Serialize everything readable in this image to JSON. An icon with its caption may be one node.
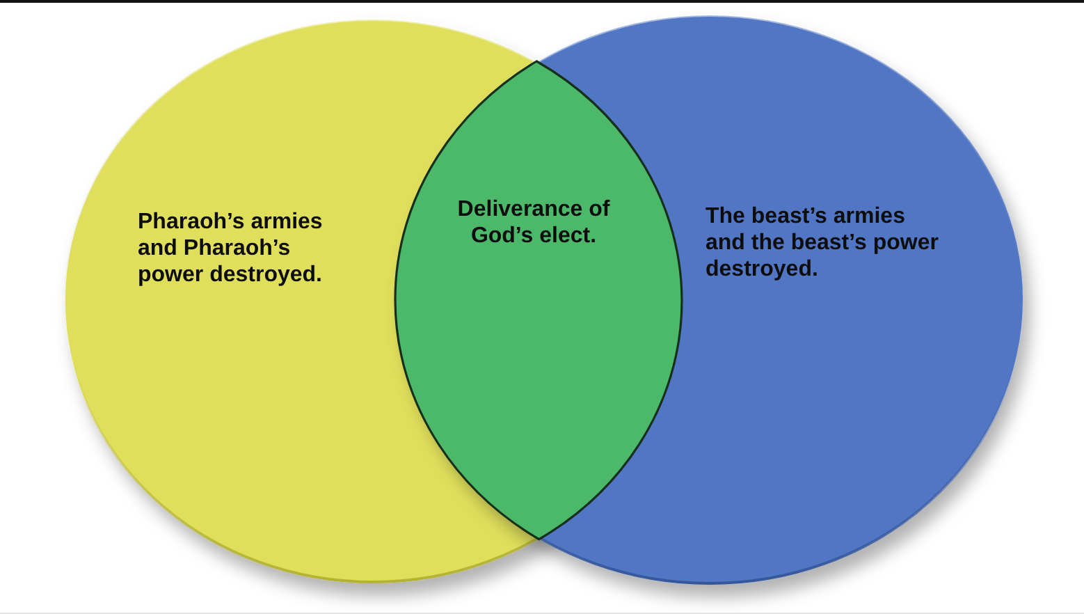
{
  "diagram": {
    "nodes": [
      {
        "text": [
          "Pharaoh’s armies and Pharaoh’s power destroyed."
        ]
      },
      {
        "text": [
          "Deliverance of God’s elect."
        ]
      },
      {
        "text": [
          "The beast’s armies and the beast’s power destroyed."
        ]
      }
    ]
  }
}
